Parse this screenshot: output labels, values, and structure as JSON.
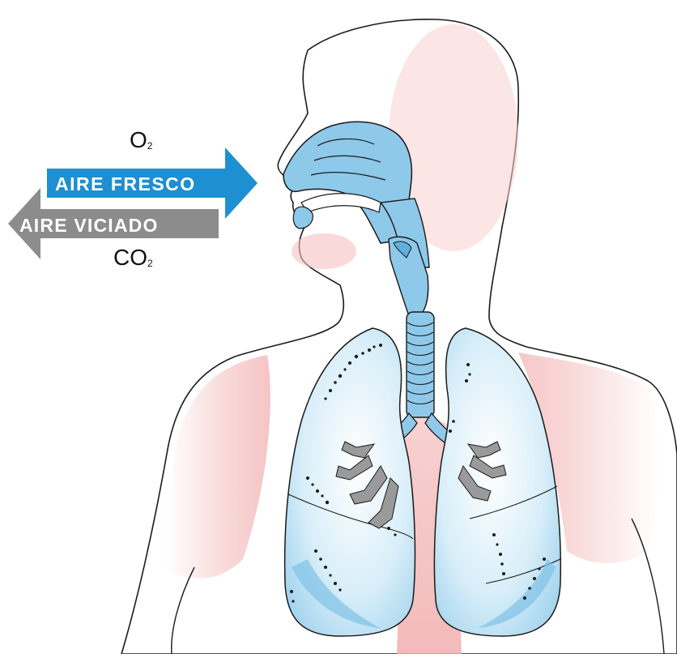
{
  "labels": {
    "o2": {
      "base": "O",
      "sub": "2"
    },
    "co2": {
      "base": "CO",
      "sub": "2"
    },
    "fresh_air": "AIRE FRESCO",
    "stale_air": "AIRE VICIADO"
  },
  "colors": {
    "fresh_arrow": "#1e8fd0",
    "stale_arrow": "#8c8c8c",
    "airway_fill": "#8ec9ea",
    "lung_fill": "#cfe9f7",
    "skin_tint": "#f4bcbc",
    "outline": "#1a1a1a"
  }
}
